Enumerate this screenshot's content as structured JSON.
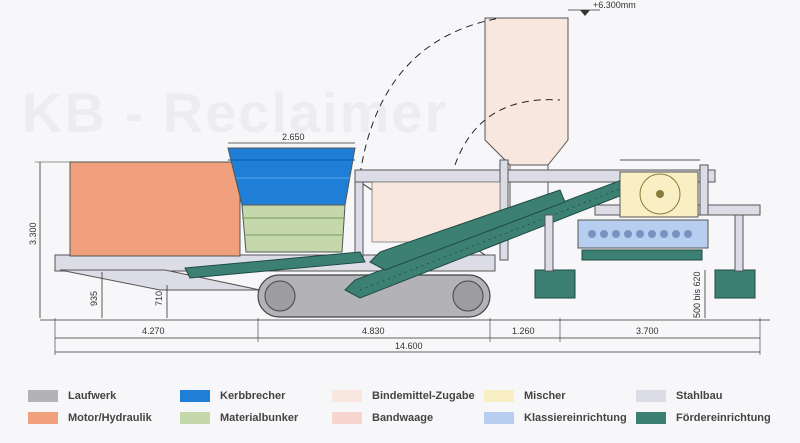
{
  "watermark": "KB - Reclaimer",
  "dimensions": {
    "top_height": "+6.300mm",
    "hopper_width": "2.650",
    "total_height": "3.300",
    "left_clearance": "935",
    "track_clearance": "710",
    "right_clearance": "500 bis 620",
    "len_a": "4.270",
    "len_b": "4.830",
    "len_c": "1.260",
    "len_d": "3.700",
    "total_length": "14.600"
  },
  "legend": [
    {
      "label": "Laufwerk",
      "color": "#b3b3b7"
    },
    {
      "label": "Kerbbrecher",
      "color": "#1f7fd6"
    },
    {
      "label": "Bindemittel-Zugabe",
      "color": "#f7e7df"
    },
    {
      "label": "Mischer",
      "color": "#f8efc4"
    },
    {
      "label": "Stahlbau",
      "color": "#dcdce6"
    },
    {
      "label": "Motor/Hydraulik",
      "color": "#f0a07c"
    },
    {
      "label": "Materialbunker",
      "color": "#c4d8ab"
    },
    {
      "label": "Bandwaage",
      "color": "#f7d6d0"
    },
    {
      "label": "Klassiereinrichtung",
      "color": "#b7cef0"
    },
    {
      "label": "Fördereinrichtung",
      "color": "#3c8073"
    }
  ]
}
